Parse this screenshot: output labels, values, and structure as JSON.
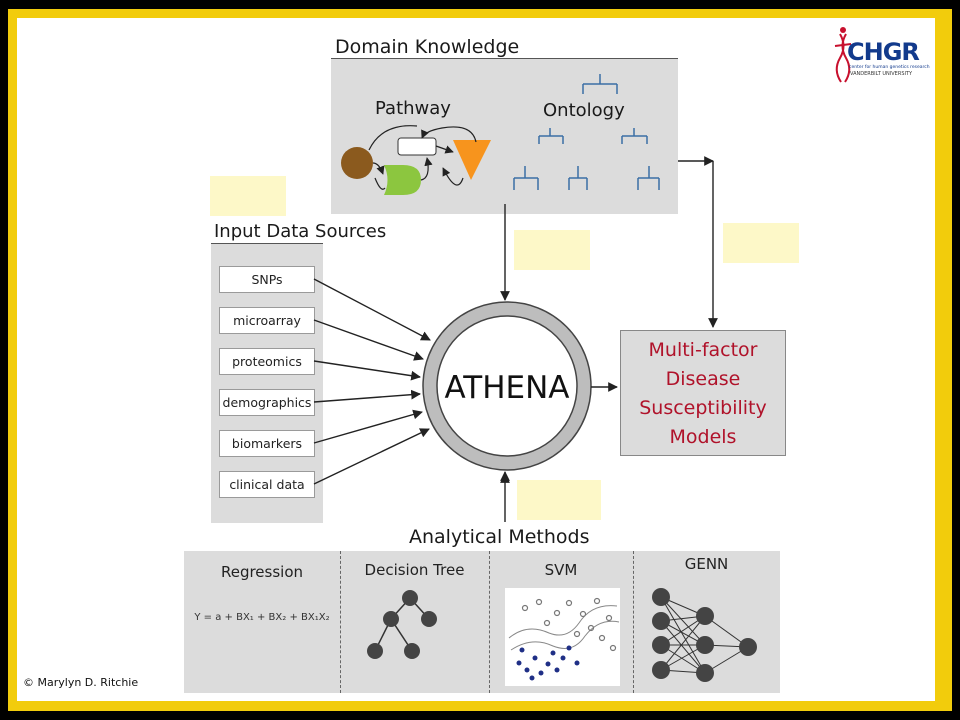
{
  "domain_knowledge": {
    "title": "Domain Knowledge",
    "pathway_label": "Pathway",
    "ontology_label": "Ontology"
  },
  "input_sources": {
    "title": "Input Data Sources",
    "items": [
      "SNPs",
      "microarray",
      "proteomics",
      "demographics",
      "biomarkers",
      "clinical data"
    ]
  },
  "center": {
    "label": "ATHENA"
  },
  "output": {
    "lines": [
      "Multi-factor",
      "Disease",
      "Susceptibility",
      "Models"
    ],
    "color": "#b0122a"
  },
  "methods": {
    "title": "Analytical Methods",
    "items": [
      {
        "title": "Regression",
        "formula": "Y = a + BX₁ + BX₂ + BX₁X₂"
      },
      {
        "title": "Decision Tree"
      },
      {
        "title": "SVM"
      },
      {
        "title": "GENN"
      }
    ]
  },
  "logo": {
    "text": "CHGR",
    "sub1": "center for human genetics research",
    "sub2": "VANDERBILT UNIVERSITY",
    "color": "#123a8c",
    "accent": "#c8102e"
  },
  "copyright": "© Marylyn D. Ritchie",
  "colors": {
    "frame": "#f2cc0c",
    "panel": "#dcdcdc",
    "pathway_circle": "#8b5a1e",
    "pathway_gate": "#8cc63f",
    "pathway_triangle": "#f7941d",
    "ontology": "#3b6ea5",
    "highlight": "#fdf8c8"
  }
}
